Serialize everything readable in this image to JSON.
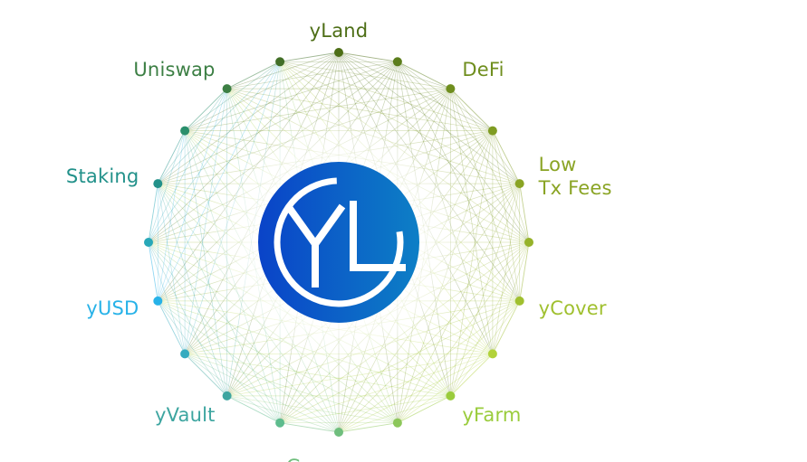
{
  "diagram": {
    "logo_text": "YL",
    "colors": {
      "logo_left": "#0a43c8",
      "logo_right": "#0d7fc6",
      "logo_ring": "#ffffff"
    },
    "nodes": [
      {
        "id": "yland",
        "label": [
          "yLand"
        ],
        "color": "#4d6e16"
      },
      {
        "id": "n1",
        "label": [],
        "color": "#5b7d1b"
      },
      {
        "id": "defi",
        "label": [
          "DeFi"
        ],
        "color": "#6f8e1e"
      },
      {
        "id": "n3",
        "label": [],
        "color": "#7f9c22"
      },
      {
        "id": "low-tx-fees",
        "label": [
          "Low",
          "Tx Fees"
        ],
        "color": "#8aa424"
      },
      {
        "id": "n5",
        "label": [],
        "color": "#96b22a"
      },
      {
        "id": "ycover",
        "label": [
          "yCover"
        ],
        "color": "#a0c02f"
      },
      {
        "id": "n7",
        "label": [],
        "color": "#b2d23a"
      },
      {
        "id": "yfarm",
        "label": [
          "yFarm"
        ],
        "color": "#9acc3c"
      },
      {
        "id": "n9",
        "label": [],
        "color": "#8cc75a"
      },
      {
        "id": "ygovernance",
        "label": [
          "yGovernance"
        ],
        "color": "#6fbe7d"
      },
      {
        "id": "n11",
        "label": [],
        "color": "#5ebc8e"
      },
      {
        "id": "yvault",
        "label": [
          "yVault"
        ],
        "color": "#3da5a0"
      },
      {
        "id": "n13",
        "label": [],
        "color": "#35abbf"
      },
      {
        "id": "yusd",
        "label": [
          "yUSD"
        ],
        "color": "#27b2e8"
      },
      {
        "id": "n15",
        "label": [],
        "color": "#28a8b8"
      },
      {
        "id": "staking",
        "label": [
          "Staking"
        ],
        "color": "#22918a"
      },
      {
        "id": "n17",
        "label": [],
        "color": "#2a8f6c"
      },
      {
        "id": "uniswap",
        "label": [
          "Uniswap"
        ],
        "color": "#3c7f44"
      },
      {
        "id": "n19",
        "label": [],
        "color": "#426f27"
      }
    ]
  }
}
